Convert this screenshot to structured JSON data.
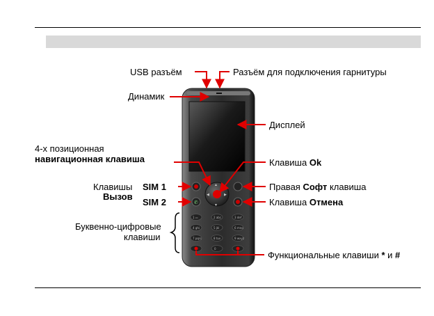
{
  "labels": {
    "usb": "USB разъём",
    "headset": "Разъём для подключения гарнитуры",
    "speaker": "Динамик",
    "display": "Дисплей",
    "nav_line1": "4-х позиционная",
    "nav_line2": "навигационная клавиша",
    "ok_prefix": "Клавиша ",
    "ok_bold": "Ok",
    "keys_word": "Клавишы",
    "sim1": "SIM 1",
    "call": "Вызов",
    "sim2": "SIM 2",
    "right_soft_prefix": "Правая ",
    "right_soft_bold": "Софт",
    "right_soft_suffix": " клавиша",
    "cancel_prefix": "Клавиша ",
    "cancel_bold": "Отмена",
    "alnum_line1": "Буквенно-цифровые",
    "alnum_line2": "клавиши",
    "func_prefix": "Функциональные клавиши ",
    "func_star": "*",
    "func_and": " и ",
    "func_hash": "#"
  },
  "colors": {
    "arrow": "#e00000",
    "band": "#d9d9d9",
    "phone_body": "#3a3a3a",
    "screen": "#000000"
  }
}
